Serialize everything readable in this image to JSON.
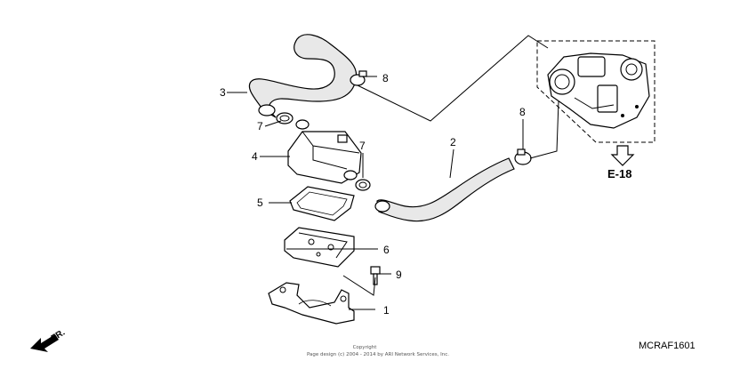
{
  "callouts": {
    "p1": "1",
    "p2": "2",
    "p3": "3",
    "p4": "4",
    "p5": "5",
    "p6": "6",
    "p7a": "7",
    "p7b": "7",
    "p8a": "8",
    "p8b": "8",
    "p9": "9"
  },
  "reference": "E-18",
  "diagram_code": "MCRAF1601",
  "copyright": {
    "line1": "Copyright",
    "line2": "Page design (c) 2004 - 2014 by ARI Network Services, Inc."
  },
  "direction": "FR."
}
